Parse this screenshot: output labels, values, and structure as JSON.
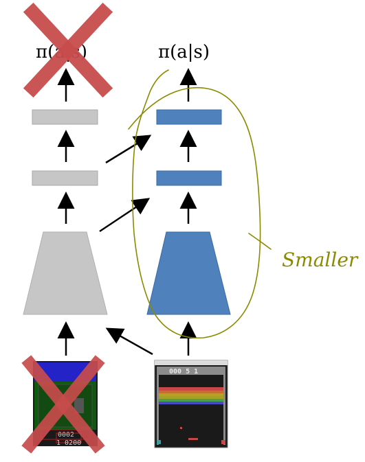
{
  "left_policy_label": "π(a|s)",
  "right_policy_label": "π(a|s)",
  "annotation_text": "Smaller",
  "breakout_score": "000  5  1",
  "left_game_score_1": "0002",
  "left_game_score_2": "1 0200",
  "colors": {
    "blue": "#4f81bd",
    "gray": "#c6c6c6",
    "cross_red": "#c84c4c",
    "hand_olive": "#8a8a00"
  }
}
